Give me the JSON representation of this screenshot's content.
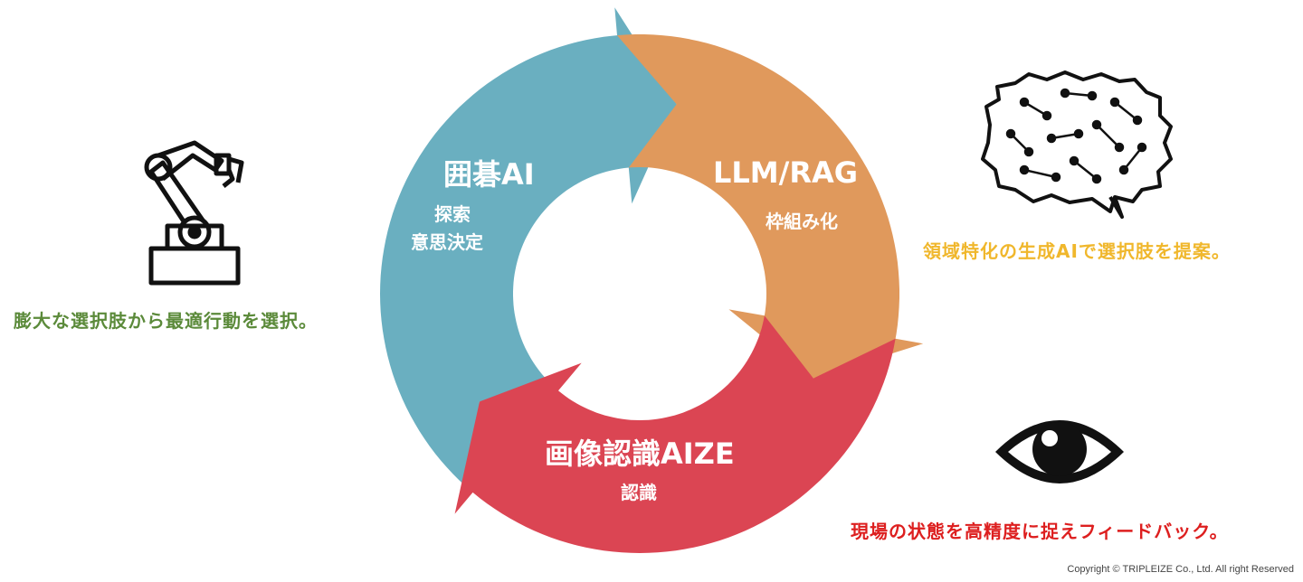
{
  "cycle": {
    "segments": [
      {
        "title": "囲碁AI",
        "sub": [
          "探索",
          "意思決定"
        ],
        "color": "#6aafc0"
      },
      {
        "title": "LLM/RAG",
        "sub": [
          "枠組み化"
        ],
        "color": "#e0995c"
      },
      {
        "title": "画像認識AIZE",
        "sub": [
          "認識"
        ],
        "color": "#db4553"
      }
    ]
  },
  "captions": {
    "robot": {
      "text": "膨大な選択肢から最適行動を選択。",
      "color": "#5b8a3a",
      "icon": "robot-arm-icon"
    },
    "brain": {
      "text": "領域特化の生成AIで選択肢を提案。",
      "color": "#f0b72c",
      "icon": "brain-circuit-icon"
    },
    "eye": {
      "text": "現場の状態を高精度に捉えフィードバック。",
      "color": "#dd1f1f",
      "icon": "eye-icon"
    }
  },
  "footer": {
    "copyright": "Copyright © TRIPLEIZE Co., Ltd.  All right Reserved"
  }
}
